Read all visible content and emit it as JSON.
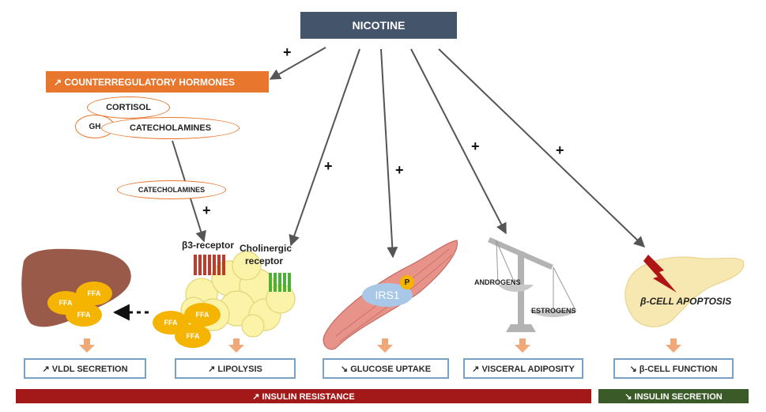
{
  "nicotine": "NICOTINE",
  "counterregulatory": "↗ COUNTERREGULATORY HORMONES",
  "hormones": {
    "cortisol": "CORTISOL",
    "gh": "GH",
    "catecholamines": "CATECHOLAMINES",
    "catecholamines_small": "CATECHOLAMINES"
  },
  "plus": "+",
  "receptors": {
    "beta3": "β3-receptor",
    "cholinergic_line1": "Cholinergic",
    "cholinergic_line2": "receptor"
  },
  "ffa": "FFA",
  "irs": {
    "label": "IRS1",
    "phospho": "P"
  },
  "scale": {
    "androgens": "ANDROGENS",
    "estrogens": "ESTROGENS"
  },
  "pancreas": {
    "apoptosis": "β-CELL APOPTOSIS"
  },
  "outcomes": {
    "vldl": "↗ VLDL SECRETION",
    "lipolysis": "↗ LIPOLYSIS",
    "glucose": "↘ GLUCOSE UPTAKE",
    "visceral": "↗ VISCERAL ADIPOSITY",
    "beta_function": "↘ β-CELL FUNCTION"
  },
  "bars": {
    "insulin_resistance": "↗ INSULIN RESISTANCE",
    "insulin_secretion": "↘ INSULIN SECRETION"
  },
  "colors": {
    "nicotine_box": "#44546a",
    "orange": "#e8762c",
    "red_bar": "#a31919",
    "green_bar": "#3a5a28",
    "outcome_border": "#7aa0c4",
    "ffa": "#f4b400"
  }
}
